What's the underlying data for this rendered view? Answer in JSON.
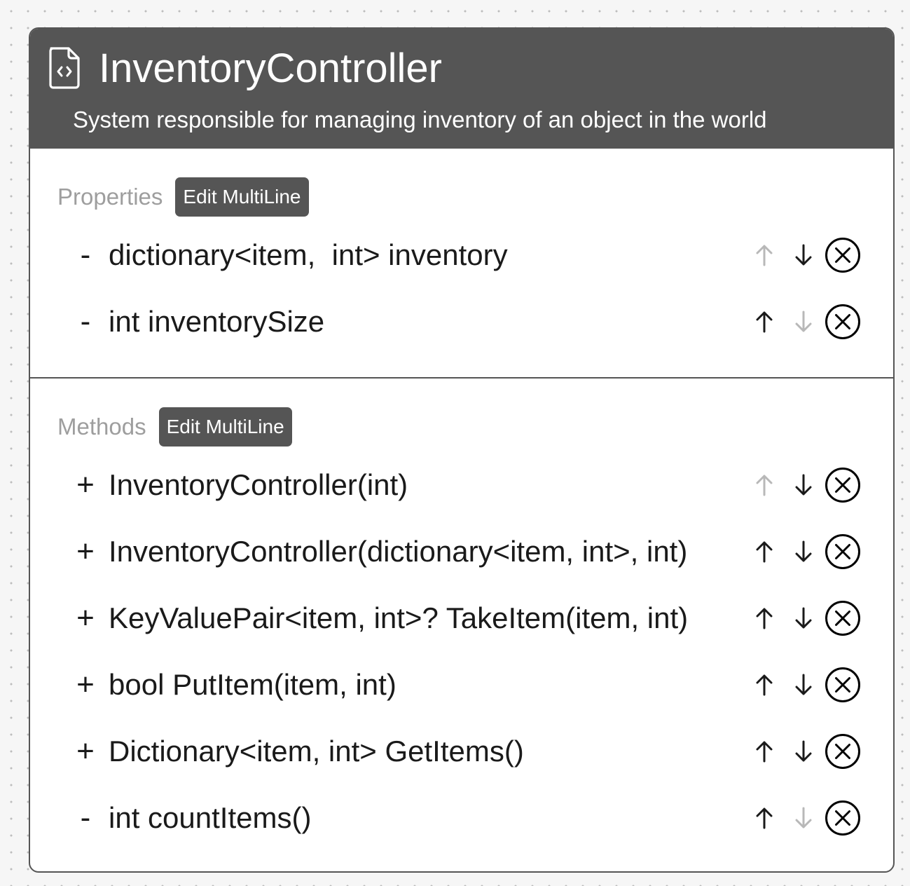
{
  "card": {
    "title": "InventoryController",
    "subtitle": "System responsible for managing inventory of an object in the world",
    "icon": "code-file-icon"
  },
  "colors": {
    "header_bg": "#555555",
    "button_bg": "#555555",
    "section_label": "#9e9e9e",
    "text": "#1a1a1a",
    "disabled": "#b8b8b8"
  },
  "properties": {
    "label": "Properties",
    "edit_label": "Edit MultiLine",
    "items": [
      {
        "visibility": "-",
        "signature": "dictionary<item,  int> inventory",
        "up_enabled": false,
        "down_enabled": true
      },
      {
        "visibility": "-",
        "signature": "int inventorySize",
        "up_enabled": true,
        "down_enabled": false
      }
    ]
  },
  "methods": {
    "label": "Methods",
    "edit_label": "Edit MultiLine",
    "items": [
      {
        "visibility": "+",
        "signature": "InventoryController(int)",
        "up_enabled": false,
        "down_enabled": true
      },
      {
        "visibility": "+",
        "signature": "InventoryController(dictionary<item, int>, int)",
        "up_enabled": true,
        "down_enabled": true
      },
      {
        "visibility": "+",
        "signature": "KeyValuePair<item, int>? TakeItem(item, int)",
        "up_enabled": true,
        "down_enabled": true
      },
      {
        "visibility": "+",
        "signature": "bool PutItem(item, int)",
        "up_enabled": true,
        "down_enabled": true
      },
      {
        "visibility": "+",
        "signature": "Dictionary<item, int> GetItems()",
        "up_enabled": true,
        "down_enabled": true
      },
      {
        "visibility": "-",
        "signature": "int countItems()",
        "up_enabled": true,
        "down_enabled": false
      }
    ]
  }
}
